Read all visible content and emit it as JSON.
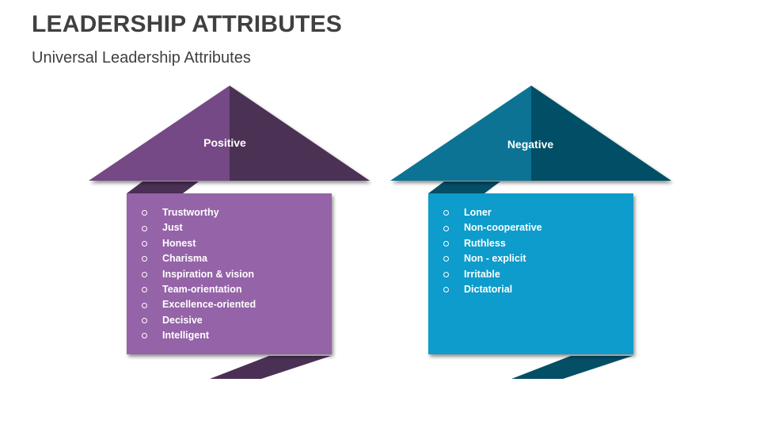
{
  "header": {
    "title": "LEADERSHIP ATTRIBUTES",
    "subtitle": "Universal Leadership Attributes"
  },
  "panels": {
    "positive": {
      "heading": "Positive",
      "colors": {
        "roof_left": "#744a85",
        "roof_right": "#4b3055",
        "box": "#9563a8",
        "connector": "#4b3055"
      },
      "bullet_icon": "hollow-circle",
      "items": [
        "Trustworthy",
        "Just",
        "Honest",
        "Charisma",
        "Inspiration & vision",
        "Team-orientation",
        "Excellence-oriented",
        "Decisive",
        "Intelligent"
      ]
    },
    "negative": {
      "heading": "Negative",
      "colors": {
        "roof_left": "#0b7394",
        "roof_right": "#054f66",
        "box": "#0a9ccb",
        "connector": "#054f66"
      },
      "bullet_icon": "hollow-circle",
      "items": [
        "Loner",
        "Non-cooperative",
        "Ruthless",
        "Non - explicit",
        "Irritable",
        "Dictatorial"
      ]
    }
  }
}
